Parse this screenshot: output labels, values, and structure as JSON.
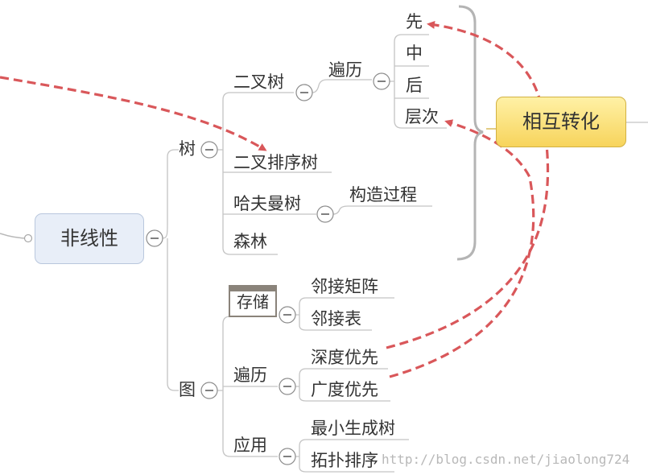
{
  "root": {
    "label": "非线性"
  },
  "tree": {
    "label": "树",
    "binary_tree": {
      "label": "二叉树",
      "traversal": {
        "label": "遍历",
        "orders": [
          "先",
          "中",
          "后",
          "层次"
        ]
      }
    },
    "bst": {
      "label": "二叉排序树"
    },
    "huffman": {
      "label": "哈夫曼树",
      "construction": {
        "label": "构造过程"
      }
    },
    "forest": {
      "label": "森林"
    }
  },
  "graph": {
    "label": "图",
    "storage": {
      "label": "存储",
      "methods": [
        "邻接矩阵",
        "邻接表"
      ]
    },
    "traversal": {
      "label": "遍历",
      "methods": [
        "深度优先",
        "广度优先"
      ]
    },
    "application": {
      "label": "应用",
      "items": [
        "最小生成树",
        "拓扑排序"
      ]
    }
  },
  "callout": {
    "label": "相互转化"
  },
  "collapse_symbol": "−",
  "watermark": "http://blog.csdn.net/jiaolong724",
  "colors": {
    "connector": "#c4c4c4",
    "dashed_arrow": "#d9575a",
    "root_fill": "#e8eef8",
    "callout_fill": "#f7d45c",
    "bracket": "#b4b4b4"
  }
}
